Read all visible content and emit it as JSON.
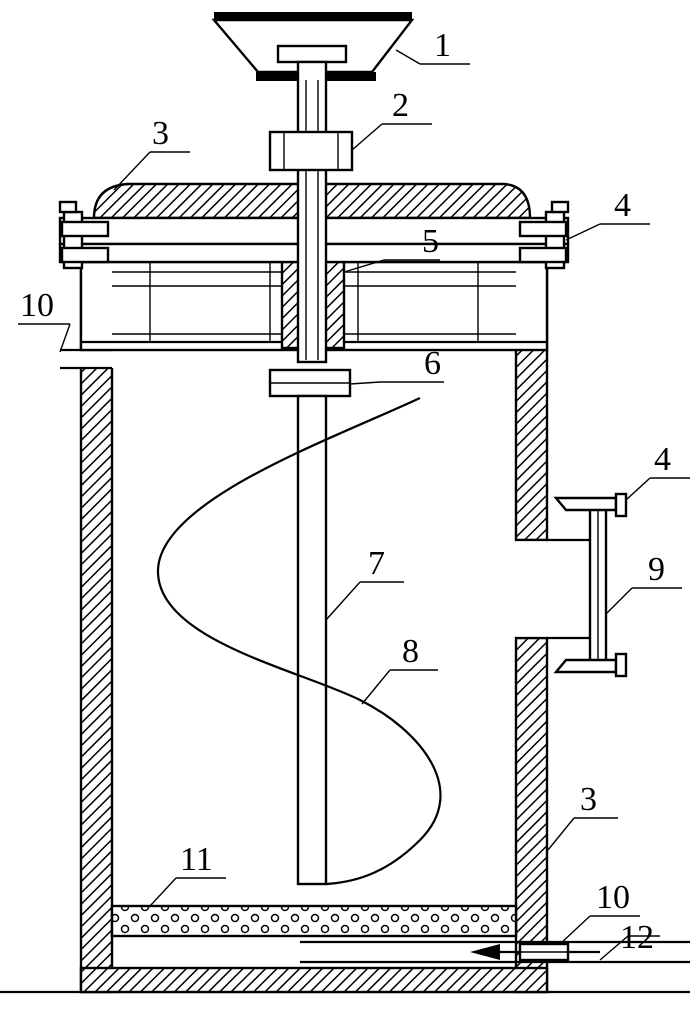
{
  "labels": {
    "funnel": "1",
    "nut_top": "2",
    "lid": "3",
    "clamp": "4",
    "bearing": "5",
    "collar": "6",
    "shaft": "7",
    "spiral_blade": "8",
    "side_port_cover": "9",
    "left_pipe": "10",
    "filter_layer": "11",
    "bottom_pipe_10": "10",
    "bottom_pipe_12": "12",
    "wall_right": "3",
    "clamp_side": "4"
  }
}
